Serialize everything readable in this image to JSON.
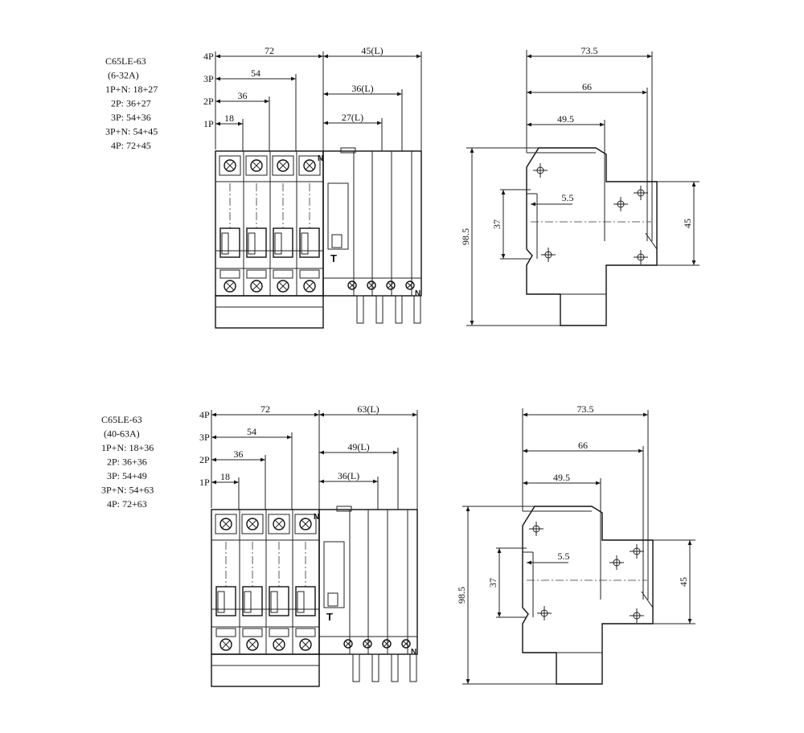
{
  "sections": [
    {
      "notes": [
        "C65LE-63",
        "(6-32A)",
        "1P+N: 18+27",
        "2P: 36+27",
        "3P: 54+36",
        "3P+N: 54+45",
        "4P: 72+45"
      ],
      "pole_labels": [
        "4P",
        "3P",
        "2P",
        "1P"
      ],
      "front_widths": [
        "72",
        "54",
        "36",
        "18"
      ],
      "module_widths": [
        "45(L)",
        "36(L)",
        "27(L)"
      ],
      "side_dims": [
        "73.5",
        "66",
        "49.5",
        "5.5",
        "37",
        "98.5",
        "45"
      ],
      "n_mark": "N",
      "test_mark": "T"
    },
    {
      "notes": [
        "C65LE-63",
        "(40-63A)",
        "1P+N: 18+36",
        "2P: 36+36",
        "3P: 54+49",
        "3P+N: 54+63",
        "4P: 72+63"
      ],
      "pole_labels": [
        "4P",
        "3P",
        "2P",
        "1P"
      ],
      "front_widths": [
        "72",
        "54",
        "36",
        "18"
      ],
      "module_widths": [
        "63(L)",
        "49(L)",
        "36(L)"
      ],
      "side_dims": [
        "73.5",
        "66",
        "49.5",
        "5.5",
        "37",
        "98.5",
        "45"
      ],
      "n_mark": "N",
      "test_mark": "T"
    }
  ]
}
